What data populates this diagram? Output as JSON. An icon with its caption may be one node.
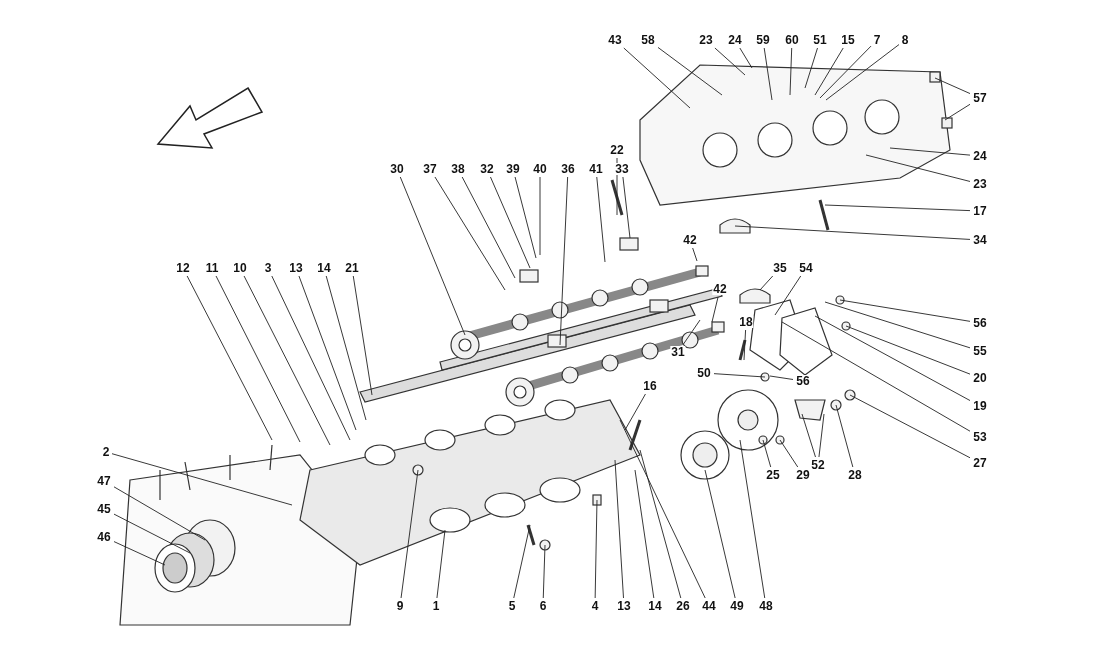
{
  "diagram": {
    "nodes": [
      {
        "text": [
          "43"
        ]
      },
      {
        "text": [
          "58"
        ]
      },
      {
        "text": [
          "23"
        ]
      },
      {
        "text": [
          "24"
        ]
      },
      {
        "text": [
          "59"
        ]
      },
      {
        "text": [
          "60"
        ]
      },
      {
        "text": [
          "51"
        ]
      },
      {
        "text": [
          "15"
        ]
      },
      {
        "text": [
          "7"
        ]
      },
      {
        "text": [
          "8"
        ]
      },
      {
        "text": [
          "57"
        ]
      },
      {
        "text": [
          "24"
        ]
      },
      {
        "text": [
          "23"
        ]
      },
      {
        "text": [
          "22"
        ]
      },
      {
        "text": [
          "30"
        ]
      },
      {
        "text": [
          "37"
        ]
      },
      {
        "text": [
          "38"
        ]
      },
      {
        "text": [
          "32"
        ]
      },
      {
        "text": [
          "39"
        ]
      },
      {
        "text": [
          "40"
        ]
      },
      {
        "text": [
          "36"
        ]
      },
      {
        "text": [
          "41"
        ]
      },
      {
        "text": [
          "33"
        ]
      },
      {
        "text": [
          "17"
        ]
      },
      {
        "text": [
          "34"
        ]
      },
      {
        "text": [
          "42"
        ]
      },
      {
        "text": [
          "35"
        ]
      },
      {
        "text": [
          "54"
        ]
      },
      {
        "text": [
          "12"
        ]
      },
      {
        "text": [
          "11"
        ]
      },
      {
        "text": [
          "10"
        ]
      },
      {
        "text": [
          "3"
        ]
      },
      {
        "text": [
          "13"
        ]
      },
      {
        "text": [
          "14"
        ]
      },
      {
        "text": [
          "21"
        ]
      },
      {
        "text": [
          "42"
        ]
      },
      {
        "text": [
          "18"
        ]
      },
      {
        "text": [
          "56"
        ]
      },
      {
        "text": [
          "31"
        ]
      },
      {
        "text": [
          "55"
        ]
      },
      {
        "text": [
          "50"
        ]
      },
      {
        "text": [
          "20"
        ]
      },
      {
        "text": [
          "56"
        ]
      },
      {
        "text": [
          "16"
        ]
      },
      {
        "text": [
          "19"
        ]
      },
      {
        "text": [
          "53"
        ]
      },
      {
        "text": [
          "2"
        ]
      },
      {
        "text": [
          "27"
        ]
      },
      {
        "text": [
          "52"
        ]
      },
      {
        "text": [
          "25"
        ]
      },
      {
        "text": [
          "29"
        ]
      },
      {
        "text": [
          "28"
        ]
      },
      {
        "text": [
          "47"
        ]
      },
      {
        "text": [
          "45"
        ]
      },
      {
        "text": [
          "46"
        ]
      },
      {
        "text": [
          "9"
        ]
      },
      {
        "text": [
          "1"
        ]
      },
      {
        "text": [
          "5"
        ]
      },
      {
        "text": [
          "6"
        ]
      },
      {
        "text": [
          "4"
        ]
      },
      {
        "text": [
          "13"
        ]
      },
      {
        "text": [
          "14"
        ]
      },
      {
        "text": [
          "26"
        ]
      },
      {
        "text": [
          "44"
        ]
      },
      {
        "text": [
          "49"
        ]
      },
      {
        "text": [
          "48"
        ]
      }
    ],
    "edges": [
      {
        "from": 0,
        "to": null,
        "arrow": "none"
      },
      {
        "from": 1,
        "to": null,
        "arrow": "none"
      },
      {
        "from": 2,
        "to": null,
        "arrow": "none"
      },
      {
        "from": 3,
        "to": null,
        "arrow": "none"
      },
      {
        "from": 4,
        "to": null,
        "arrow": "none"
      },
      {
        "from": 5,
        "to": null,
        "arrow": "none"
      },
      {
        "from": 6,
        "to": null,
        "arrow": "none"
      },
      {
        "from": 7,
        "to": null,
        "arrow": "none"
      },
      {
        "from": 8,
        "to": null,
        "arrow": "none"
      },
      {
        "from": 9,
        "to": null,
        "arrow": "none"
      },
      {
        "from": 10,
        "to": null,
        "arrow": "none"
      },
      {
        "from": 10,
        "to": null,
        "arrow": "none"
      },
      {
        "from": 11,
        "to": null,
        "arrow": "none"
      },
      {
        "from": 12,
        "to": null,
        "arrow": "none"
      },
      {
        "from": 13,
        "to": null,
        "arrow": "none"
      },
      {
        "from": 14,
        "to": null,
        "arrow": "none"
      },
      {
        "from": 15,
        "to": null,
        "arrow": "none"
      },
      {
        "from": 16,
        "to": null,
        "arrow": "none"
      },
      {
        "from": 17,
        "to": null,
        "arrow": "none"
      },
      {
        "from": 18,
        "to": null,
        "arrow": "none"
      },
      {
        "from": 19,
        "to": null,
        "arrow": "none"
      },
      {
        "from": 20,
        "to": null,
        "arrow": "none"
      },
      {
        "from": 21,
        "to": null,
        "arrow": "none"
      },
      {
        "from": 22,
        "to": null,
        "arrow": "none"
      },
      {
        "from": 23,
        "to": null,
        "arrow": "none"
      },
      {
        "from": 24,
        "to": null,
        "arrow": "none"
      },
      {
        "from": 25,
        "to": null,
        "arrow": "none"
      },
      {
        "from": 26,
        "to": null,
        "arrow": "none"
      },
      {
        "from": 27,
        "to": null,
        "arrow": "none"
      },
      {
        "from": 28,
        "to": null,
        "arrow": "none"
      },
      {
        "from": 29,
        "to": null,
        "arrow": "none"
      },
      {
        "from": 30,
        "to": null,
        "arrow": "none"
      },
      {
        "from": 31,
        "to": null,
        "arrow": "none"
      },
      {
        "from": 32,
        "to": null,
        "arrow": "none"
      },
      {
        "from": 33,
        "to": null,
        "arrow": "none"
      },
      {
        "from": 34,
        "to": null,
        "arrow": "none"
      },
      {
        "from": 35,
        "to": null,
        "arrow": "none"
      },
      {
        "from": 36,
        "to": null,
        "arrow": "none"
      },
      {
        "from": 37,
        "to": null,
        "arrow": "none"
      },
      {
        "from": 38,
        "to": null,
        "arrow": "none"
      },
      {
        "from": 39,
        "to": null,
        "arrow": "none"
      },
      {
        "from": 40,
        "to": null,
        "arrow": "none"
      },
      {
        "from": 41,
        "to": null,
        "arrow": "none"
      },
      {
        "from": 42,
        "to": null,
        "arrow": "none"
      },
      {
        "from": 43,
        "to": null,
        "arrow": "none"
      },
      {
        "from": 44,
        "to": null,
        "arrow": "none"
      },
      {
        "from": 45,
        "to": null,
        "arrow": "none"
      },
      {
        "from": 46,
        "to": null,
        "arrow": "none"
      },
      {
        "from": 47,
        "to": null,
        "arrow": "none"
      },
      {
        "from": 48,
        "to": null,
        "arrow": "none"
      },
      {
        "from": 48,
        "to": null,
        "arrow": "none"
      },
      {
        "from": 49,
        "to": null,
        "arrow": "none"
      },
      {
        "from": 50,
        "to": null,
        "arrow": "none"
      },
      {
        "from": 51,
        "to": null,
        "arrow": "none"
      },
      {
        "from": 52,
        "to": null,
        "arrow": "none"
      },
      {
        "from": 53,
        "to": null,
        "arrow": "none"
      },
      {
        "from": 54,
        "to": null,
        "arrow": "none"
      },
      {
        "from": 55,
        "to": null,
        "arrow": "none"
      },
      {
        "from": 56,
        "to": null,
        "arrow": "none"
      },
      {
        "from": 57,
        "to": null,
        "arrow": "none"
      },
      {
        "from": 58,
        "to": null,
        "arrow": "none"
      },
      {
        "from": 59,
        "to": null,
        "arrow": "none"
      },
      {
        "from": 60,
        "to": null,
        "arrow": "none"
      },
      {
        "from": 61,
        "to": null,
        "arrow": "none"
      },
      {
        "from": 62,
        "to": null,
        "arrow": "none"
      },
      {
        "from": 63,
        "to": null,
        "arrow": "none"
      },
      {
        "from": 64,
        "to": null,
        "arrow": "none"
      },
      {
        "from": 65,
        "to": null,
        "arrow": "none"
      }
    ]
  }
}
